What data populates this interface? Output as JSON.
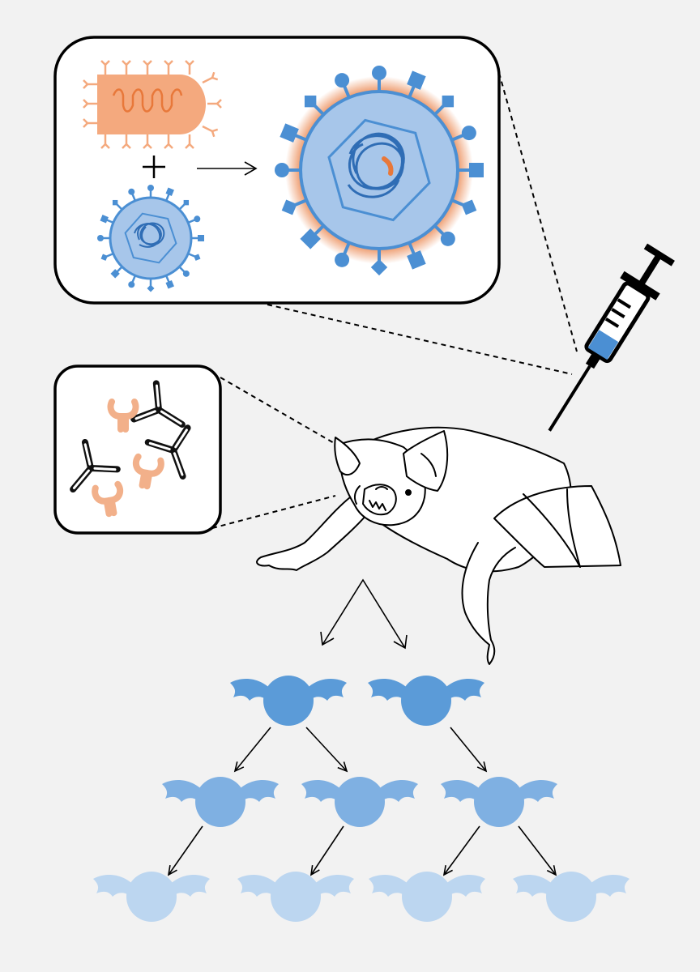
{
  "colors": {
    "background": "#f2f2f2",
    "bacteria_fill": "#f4a97e",
    "bacteria_accent": "#e8783a",
    "virus_fill": "#a7c6ea",
    "virus_stroke": "#4b8fd3",
    "virus_halo": "#e8783a",
    "bat_level_1": "#5b9bd8",
    "bat_level_2": "#7fb0e2",
    "bat_level_3": "#bcd6f0",
    "antibody_dark": "#111111",
    "antibody_light": "#f2b08a",
    "syringe_fluid": "#4b8fd3"
  },
  "icons": {
    "bacterium": "bacterium-icon",
    "virus": "virus-icon",
    "recombinant_virus": "recombinant-virus-icon",
    "syringe": "syringe-icon",
    "antibody": "antibody-icon",
    "bat": "bat-icon",
    "plus": "plus-icon",
    "arrow": "arrow-icon"
  },
  "diagram": {
    "panels": [
      "recombinant-vaccine-panel",
      "antibody-panel"
    ],
    "bat_generations": [
      2,
      3,
      4
    ]
  }
}
